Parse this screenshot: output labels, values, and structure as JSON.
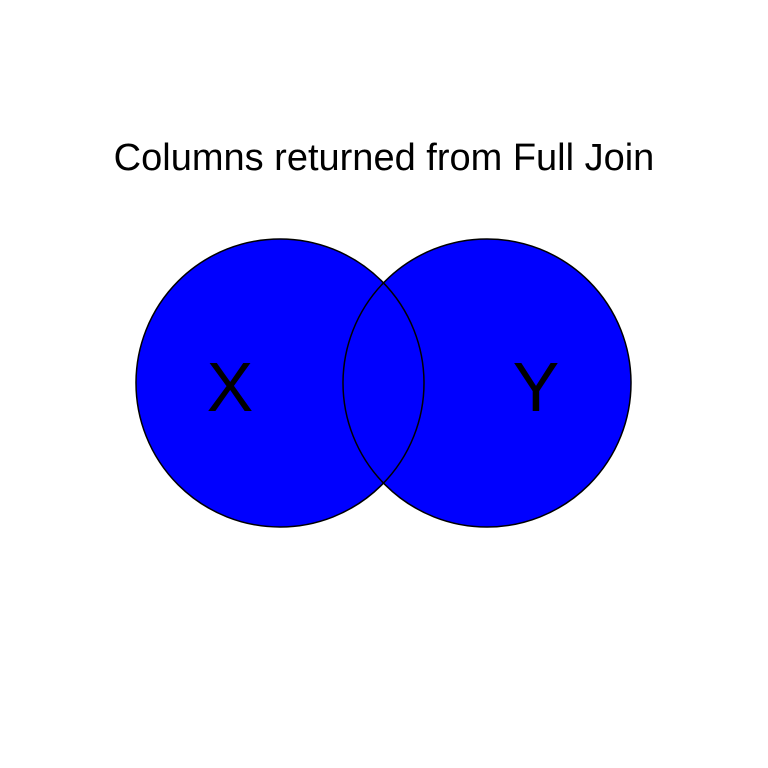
{
  "diagram": {
    "title": "Columns returned from Full Join",
    "fill_color": "#0000ff",
    "stroke_color": "#000000",
    "background_color": "#ffffff",
    "sets": [
      {
        "label": "X",
        "shaded": true
      },
      {
        "label": "Y",
        "shaded": true
      }
    ],
    "intersection_shaded": true
  }
}
